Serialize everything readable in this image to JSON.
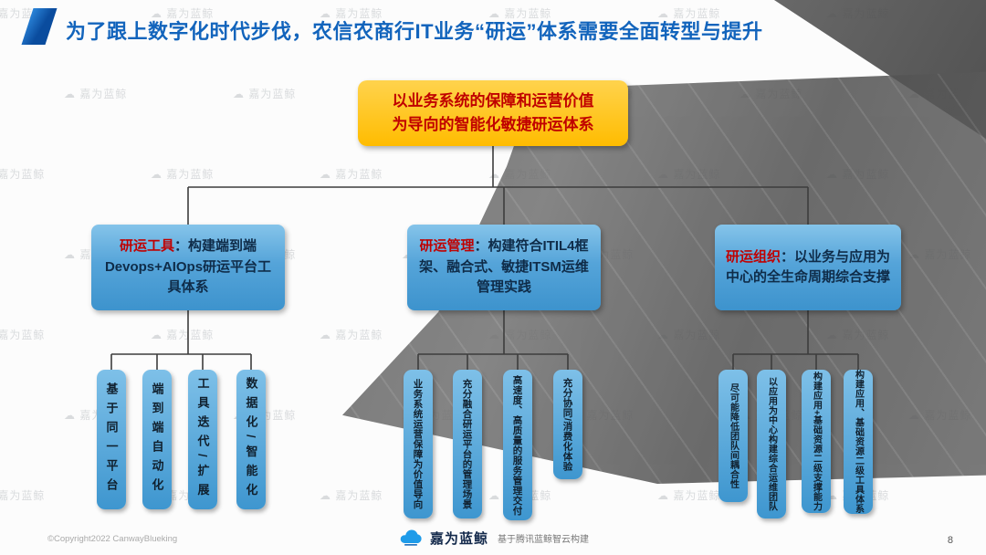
{
  "title": "为了跟上数字化时代步伐，农信农商行IT业务“研运”体系需要全面转型与提升",
  "root_box": {
    "line1": "以业务系统的保障和运营价值",
    "line2": "为导向的智能化敏捷研运体系"
  },
  "branches": [
    {
      "label": "研运工具",
      "desc": "：构建端到端Devops+AIOps研运平台工具体系",
      "children": [
        "基于同一平台",
        "端到端自动化",
        "工具迭代/扩展",
        "数据化/智能化"
      ]
    },
    {
      "label": "研运管理",
      "desc": "：构建符合ITIL4框架、融合式、敏捷ITSM运维管理实践",
      "children": [
        "业务系统运营保障为价值导向",
        "充分融合研运平台的管理场景",
        "高速度、高质量的服务管理交付",
        "充分协同/消费化体验"
      ]
    },
    {
      "label": "研运组织",
      "desc": "：以业务与应用为中心的全生命周期综合支撑",
      "children": [
        "尽可能降低团队间耦合性",
        "以应用为中心构建综合运维团队",
        "构建应用+基础资源二级支撑能力",
        "构建应用、基础资源二级工具体系"
      ]
    }
  ],
  "footer": {
    "copyright": "©Copyright2022 CanwayBlueking",
    "brand": "嘉为蓝鲸",
    "tagline": "基于腾讯蓝鲸智云构建",
    "page_number": "8"
  },
  "watermark": "嘉为蓝鲸",
  "colors": {
    "title_blue": "#1264BC",
    "highlight_yellow": "#FFC000",
    "label_red": "#C00000",
    "box_blue": "#4A9CD6"
  }
}
